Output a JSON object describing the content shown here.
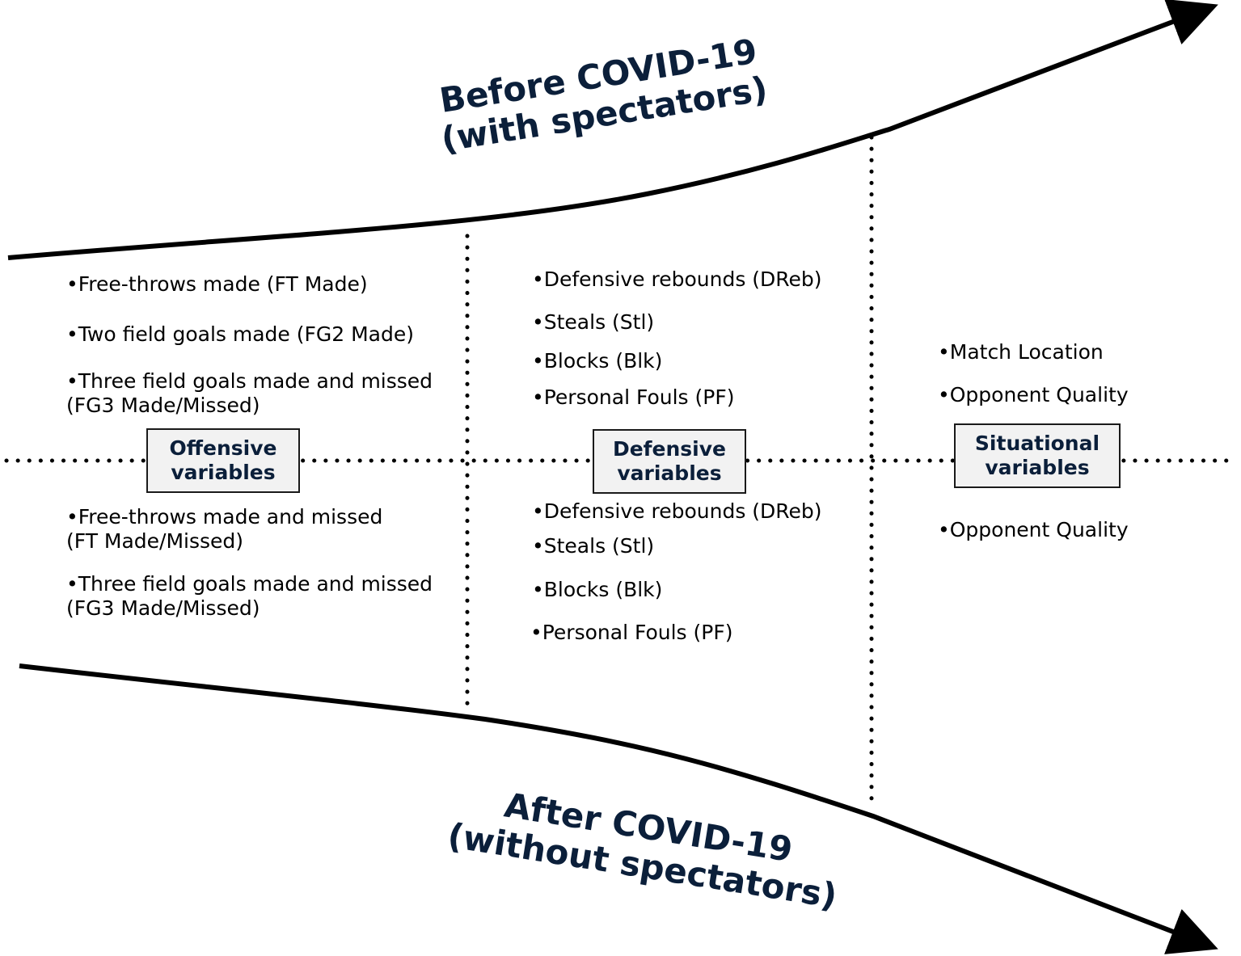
{
  "headings": {
    "before": {
      "line1": "Before COVID-19",
      "line2": "(with spectators)"
    },
    "after": {
      "line1": "After COVID-19",
      "line2": "(without spectators)"
    }
  },
  "boxes": {
    "offensive": {
      "line1": "Offensive",
      "line2": "variables"
    },
    "defensive": {
      "line1": "Defensive",
      "line2": "variables"
    },
    "situational": {
      "line1": "Situational",
      "line2": "variables"
    }
  },
  "before": {
    "offensive": [
      "•Free-throws made (FT Made)",
      "•Two field goals made (FG2 Made)",
      "•Three field goals made and missed",
      " (FG3 Made/Missed)"
    ],
    "defensive": [
      "•Defensive rebounds (DReb)",
      "•Steals (Stl)",
      "•Blocks (Blk)",
      "•Personal Fouls (PF)"
    ],
    "situational": [
      "•Match Location",
      "•Opponent Quality"
    ]
  },
  "after": {
    "offensive": [
      "•Free-throws made and missed",
      " (FT Made/Missed)",
      "•Three field goals made and missed",
      " (FG3 Made/Missed)"
    ],
    "defensive": [
      "•Defensive rebounds (DReb)",
      "•Steals (Stl)",
      "•Blocks (Blk)",
      "•Personal Fouls (PF)"
    ],
    "situational": [
      "•Opponent Quality"
    ]
  },
  "colors": {
    "heading": "#0b1f3a",
    "box_fill": "#f2f2f2",
    "line": "#000000"
  }
}
